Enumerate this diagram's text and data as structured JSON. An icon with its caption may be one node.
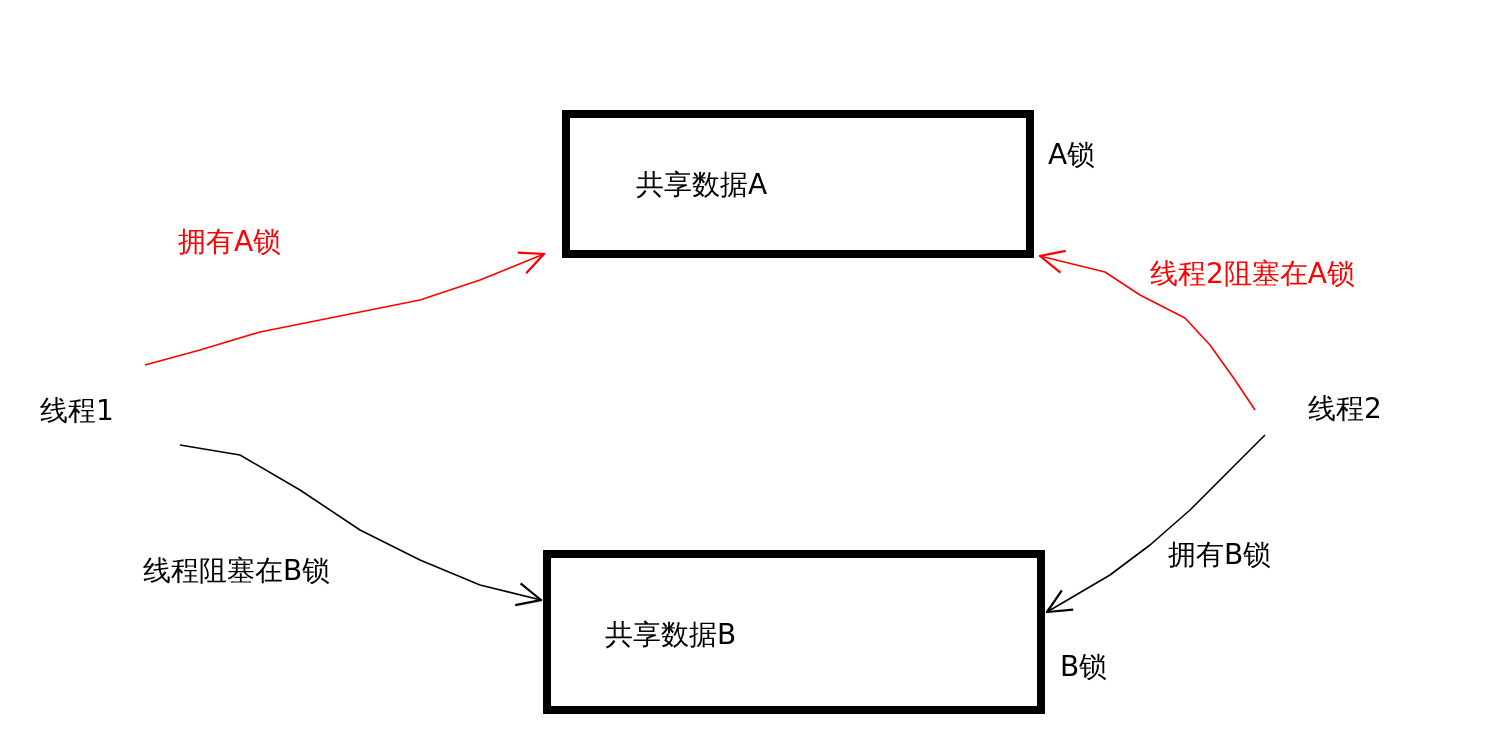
{
  "diagram": {
    "nodes": [
      {
        "text": [
          "共享数据A"
        ],
        "beside": [
          "A锁"
        ]
      },
      {
        "text": [
          "共享数据B"
        ],
        "beside": [
          "B锁"
        ]
      },
      {
        "text": [
          "线程1"
        ]
      },
      {
        "text": [
          "线程2"
        ]
      }
    ],
    "edges": [
      {
        "from": 2,
        "to": 0,
        "arrow": "to",
        "label": "拥有A锁",
        "color": "#ff0000"
      },
      {
        "from": 3,
        "to": 0,
        "arrow": "to",
        "label": "线程2阻塞在A锁",
        "color": "#ff0000"
      },
      {
        "from": 2,
        "to": 1,
        "arrow": "to",
        "label": "线程阻塞在B锁",
        "color": "#000000"
      },
      {
        "from": 3,
        "to": 1,
        "arrow": "to",
        "label": "拥有B锁",
        "color": "#000000"
      }
    ]
  }
}
